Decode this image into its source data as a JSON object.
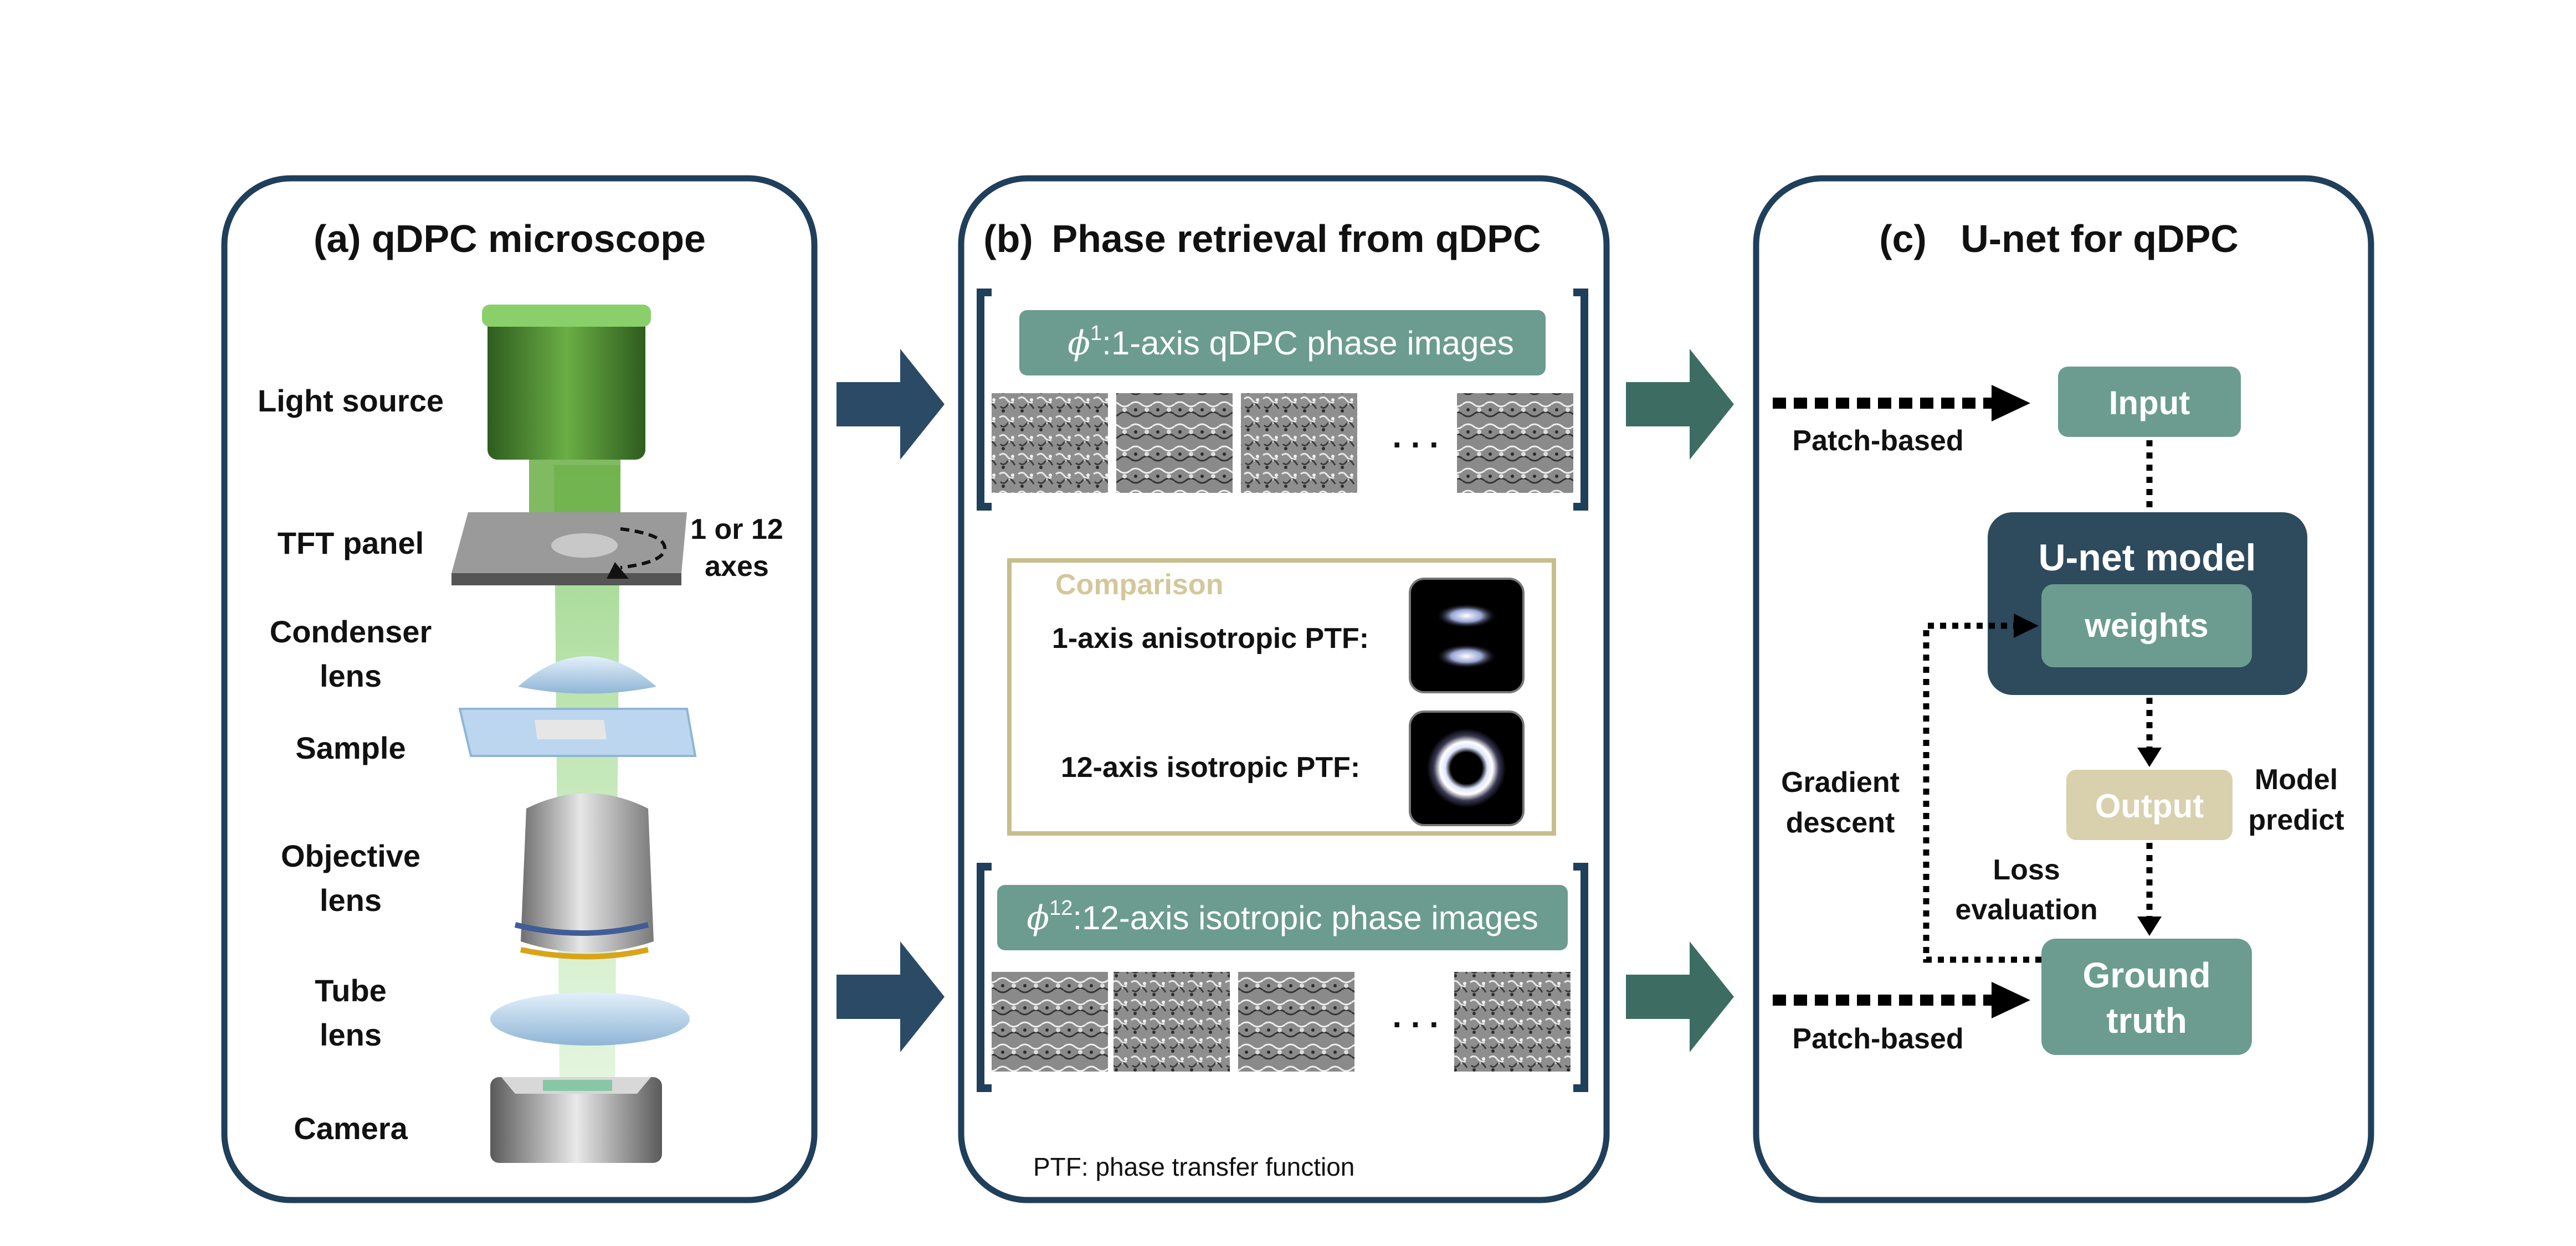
{
  "colors": {
    "panel_border": "#1f3f5b",
    "arrow_dark": "#2a4a66",
    "arrow_teal": "#3d6d62",
    "teal_box": "#6b9c8f",
    "dark_model": "#2e4a5d",
    "beige": "#d9d0ae",
    "beige_border": "#c8bd8c",
    "light_green": "#5f9a3a"
  },
  "panel_a": {
    "title": "(a) qDPC microscope",
    "components": [
      "Light source",
      "TFT panel",
      "Condenser",
      "lens",
      "Sample",
      "Objective",
      "lens",
      "Tube",
      "lens",
      "Camera"
    ],
    "axes_note": [
      "1 or 12",
      "axes"
    ]
  },
  "panel_b": {
    "title_prefix": "(b)",
    "title": "Phase retrieval from qDPC",
    "phi1_symbol": "ϕ",
    "phi1_sup": "1",
    "phi1_text": ":1-axis qDPC phase images",
    "phi12_symbol": "ϕ",
    "phi12_sup": "12",
    "phi12_text": ":12-axis isotropic phase images",
    "ellipsis": ". . .",
    "comparison": {
      "title": "Comparison",
      "row1": "1-axis anisotropic PTF:",
      "row2": "12-axis isotropic PTF:"
    },
    "footnote": "PTF: phase transfer function"
  },
  "panel_c": {
    "title_prefix": "(c)",
    "title": "U-net for qDPC",
    "input": "Input",
    "model": "U-net model",
    "weights": "weights",
    "output": "Output",
    "ground_truth": [
      "Ground",
      "truth"
    ],
    "patch_top": "Patch-based",
    "patch_bottom": "Patch-based",
    "gradient": [
      "Gradient",
      "descent"
    ],
    "model_predict": [
      "Model",
      "predict"
    ],
    "loss": [
      "Loss",
      "evaluation"
    ]
  }
}
